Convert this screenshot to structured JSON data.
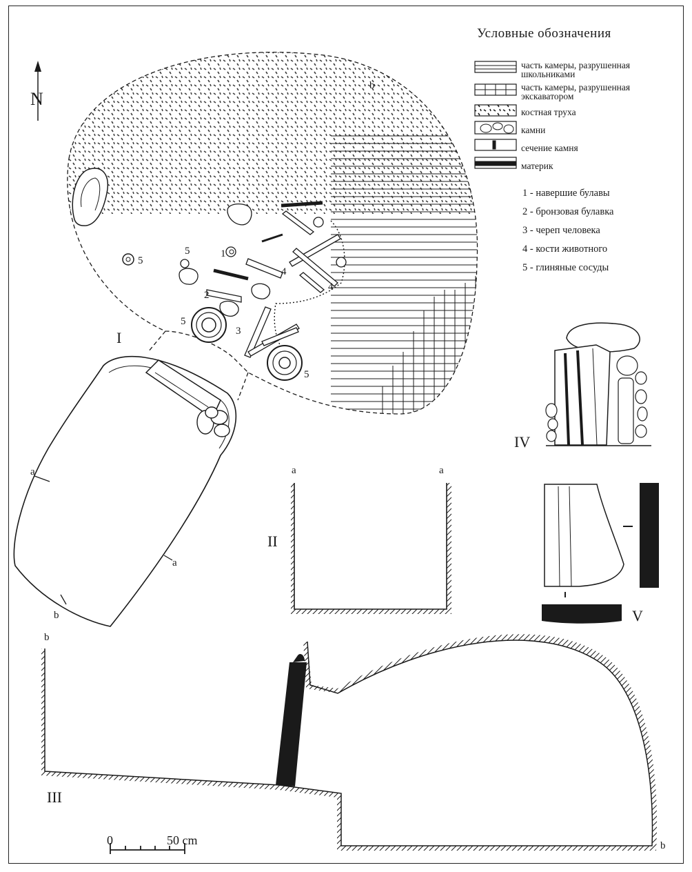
{
  "legend": {
    "title": "Условные обозначения",
    "items": [
      {
        "label": "часть камеры, разрушенная школьниками",
        "swatch": "horizontal-hatch"
      },
      {
        "label": "часть камеры, разрушенная экскаватором",
        "swatch": "grid-hatch"
      },
      {
        "label": "костная труха",
        "swatch": "dots"
      },
      {
        "label": "камни",
        "swatch": "stones"
      },
      {
        "label": "сечение камня",
        "swatch": "stone-section"
      },
      {
        "label": "материк",
        "swatch": "bedrock"
      }
    ],
    "numbered": [
      "1 - навершие булавы",
      "2 - бронзовая булавка",
      "3 - череп человека",
      "4 - кости животного",
      "5 - глиняные сосуды"
    ]
  },
  "north_label": "N",
  "sections": {
    "I": "I",
    "II": "II",
    "III": "III",
    "IV": "IV",
    "V": "V"
  },
  "markers": {
    "a": "a",
    "b": "b",
    "n1": "1",
    "n2": "2",
    "n3": "3",
    "n4": "4",
    "n5": "5"
  },
  "scale": {
    "zero": "0",
    "end": "50 cm"
  },
  "colors": {
    "ink": "#1a1a1a",
    "paper": "#ffffff"
  }
}
